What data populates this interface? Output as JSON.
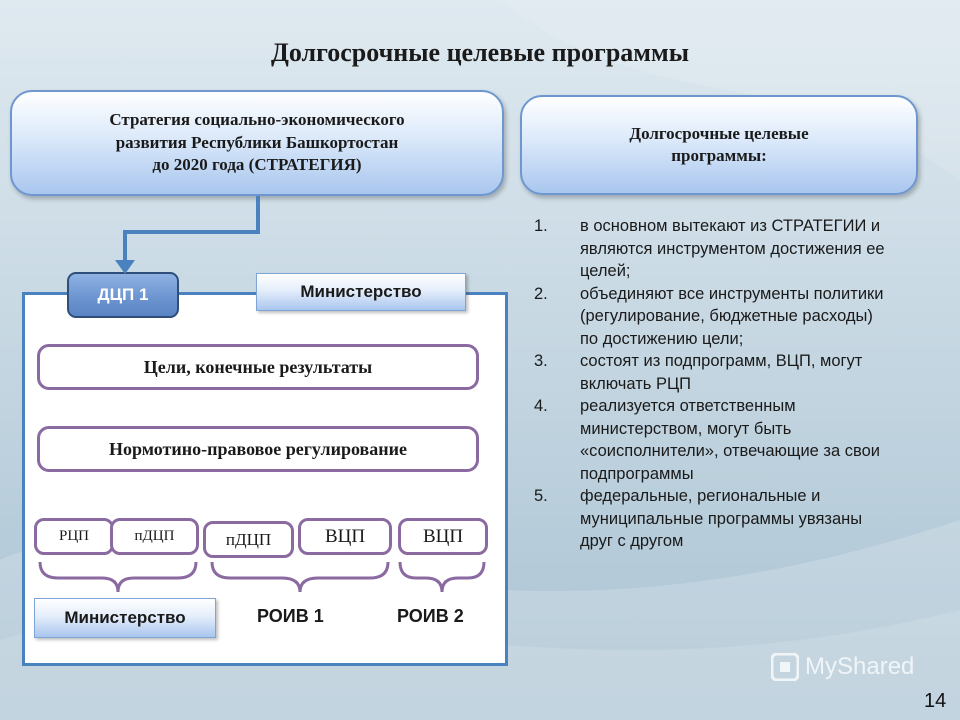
{
  "title": "Долгосрочные целевые программы",
  "strategy_box": {
    "line1": "Стратегия социально-экономического",
    "line2": "развития Республики Башкортостан",
    "line3": "до 2020 года (СТРАТЕГИЯ)"
  },
  "programs_box": {
    "line1": "Долгосрочные целевые",
    "line2": "программы:"
  },
  "diagram": {
    "tab_label": "ДЦП 1",
    "ministry_top": "Министерство",
    "row_goals": "Цели, конечные результаты",
    "row_regulation": "Нормотино-правовое регулирование",
    "small_boxes": [
      "РЦП",
      "пДЦП",
      "пДЦП",
      "ВЦП",
      "ВЦП"
    ],
    "ministry_bottom": "Министерство",
    "roiv1": "РОИВ 1",
    "roiv2": "РОИВ 2"
  },
  "list": [
    {
      "num": "1.",
      "text": "в основном вытекают из СТРАТЕГИИ и являются инструментом достижения ее целей;"
    },
    {
      "num": "2.",
      "text": "объединяют все инструменты политики (регулирование, бюджетные расходы) по достижению цели;"
    },
    {
      "num": "3.",
      "text": "состоят из подпрограмм, ВЦП, могут включать РЦП"
    },
    {
      "num": "4.",
      "text": "реализуется ответственным министерством, могут быть «соисполнители», отвечающие за свои подпрограммы"
    },
    {
      "num": "5.",
      "text": "федеральные, региональные и муниципальные программы увязаны друг с другом"
    }
  ],
  "watermark": "MyShared",
  "page_number": "14",
  "colors": {
    "connector": "#4a82c0",
    "brace": "#8a6aa0",
    "tab_fill": "#6b93cf"
  }
}
